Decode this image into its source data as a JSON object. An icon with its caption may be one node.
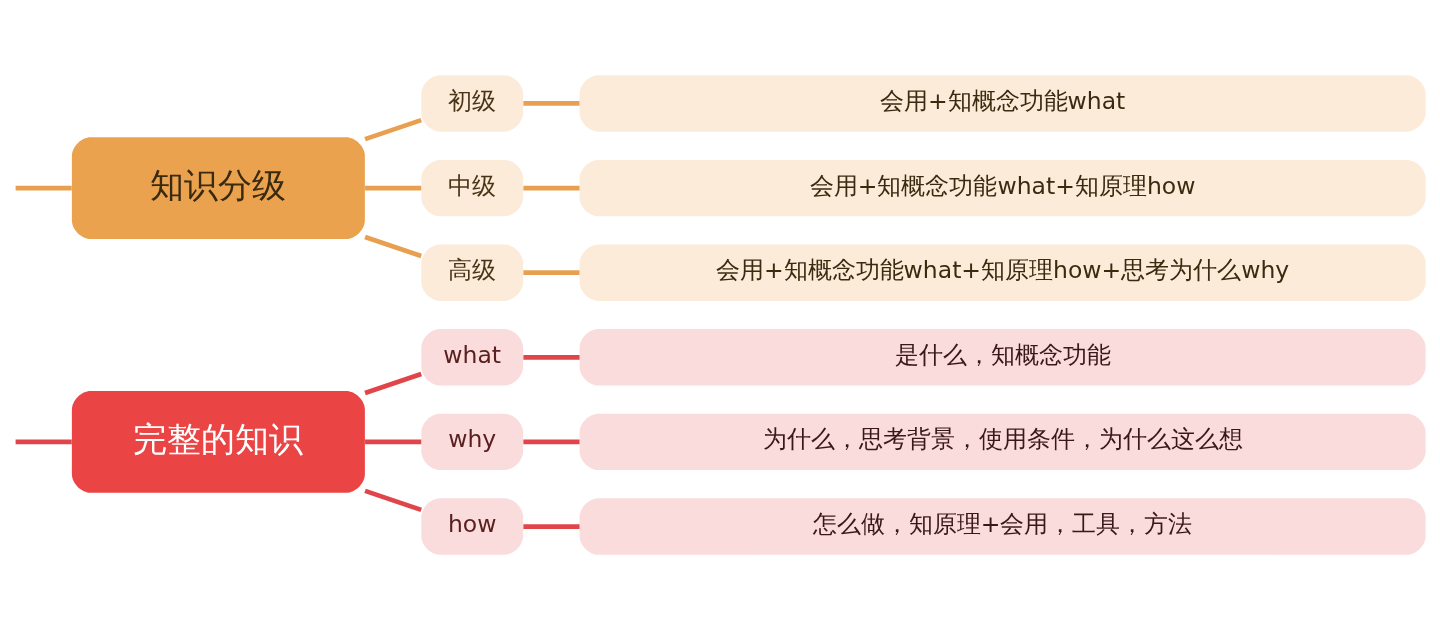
{
  "diagram": {
    "nodes": [
      {
        "text": [
          "完整的知识"
        ]
      },
      {
        "text": [
          "what"
        ]
      },
      {
        "text": [
          "是什么，知概念功能"
        ]
      },
      {
        "text": [
          "why"
        ]
      },
      {
        "text": [
          "为什么，思考背景，使用条件，为什么这么想"
        ]
      },
      {
        "text": [
          "how"
        ]
      },
      {
        "text": [
          "怎么做，知原理+会用，工具，方法"
        ]
      },
      {
        "text": [
          "知识分级"
        ]
      },
      {
        "text": [
          "初级"
        ]
      },
      {
        "text": [
          "会用+知概念功能what"
        ]
      },
      {
        "text": [
          "中级"
        ]
      },
      {
        "text": [
          "会用+知概念功能what+知原理how"
        ]
      },
      {
        "text": [
          "高级"
        ]
      },
      {
        "text": [
          "会用+知概念功能what+知原理how+思考为什么why"
        ]
      }
    ],
    "edges": [
      {
        "from": null,
        "to": 0,
        "arrow": "none",
        "color": "#e0454a"
      },
      {
        "from": 0,
        "to": 1,
        "arrow": "none",
        "color": "#e0454a"
      },
      {
        "from": 1,
        "to": 2,
        "arrow": "none",
        "color": "#e0454a"
      },
      {
        "from": 0,
        "to": 3,
        "arrow": "none",
        "color": "#e0454a"
      },
      {
        "from": 3,
        "to": 4,
        "arrow": "none",
        "color": "#e0454a"
      },
      {
        "from": 0,
        "to": 5,
        "arrow": "none",
        "color": "#e0454a"
      },
      {
        "from": 5,
        "to": 6,
        "arrow": "none",
        "color": "#e0454a"
      },
      {
        "from": null,
        "to": 7,
        "arrow": "none",
        "color": "#e8a050"
      },
      {
        "from": 7,
        "to": 8,
        "arrow": "none",
        "color": "#e8a050"
      },
      {
        "from": 8,
        "to": 9,
        "arrow": "none",
        "color": "#e8a050"
      },
      {
        "from": 7,
        "to": 10,
        "arrow": "none",
        "color": "#e8a050"
      },
      {
        "from": 10,
        "to": 11,
        "arrow": "none",
        "color": "#e8a050"
      },
      {
        "from": 7,
        "to": 12,
        "arrow": "none",
        "color": "#e8a050"
      },
      {
        "from": 12,
        "to": 13,
        "arrow": "none",
        "color": "#e8a050"
      }
    ]
  }
}
